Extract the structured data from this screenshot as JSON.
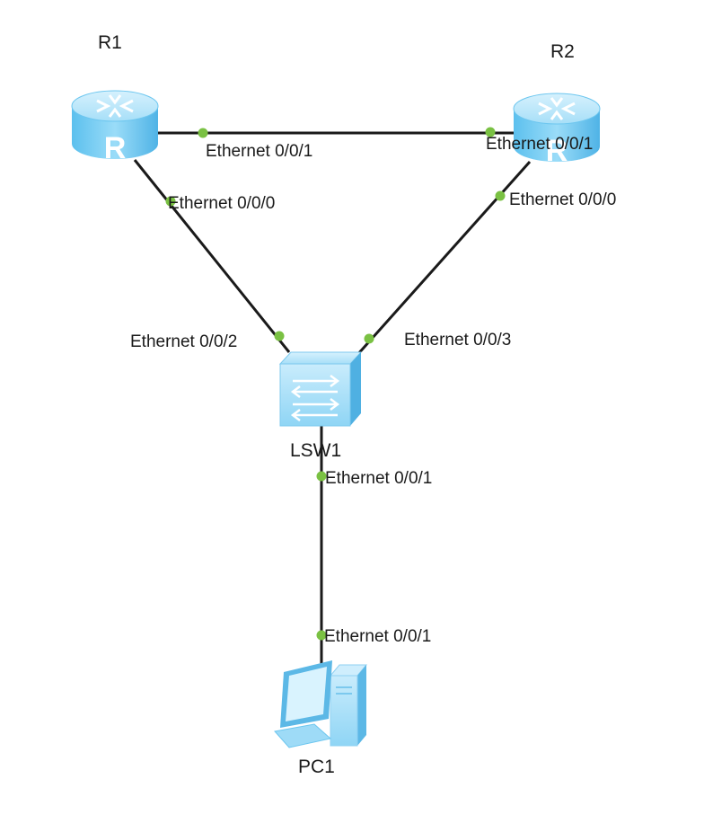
{
  "devices": {
    "r1": {
      "name": "R1",
      "kind": "router",
      "icon": "router-icon"
    },
    "r2": {
      "name": "R2",
      "kind": "router",
      "icon": "router-icon"
    },
    "lsw1": {
      "name": "LSW1",
      "kind": "switch",
      "icon": "switch-icon"
    },
    "pc1": {
      "name": "PC1",
      "kind": "pc",
      "icon": "pc-icon"
    }
  },
  "links": [
    {
      "id": "r1-r2",
      "a_port": "Ethernet 0/0/1",
      "b_port": "Ethernet 0/0/1"
    },
    {
      "id": "r1-lsw1",
      "a_port": "Ethernet 0/0/0",
      "b_port": "Ethernet 0/0/2"
    },
    {
      "id": "r2-lsw1",
      "a_port": "Ethernet 0/0/0",
      "b_port": "Ethernet 0/0/3"
    },
    {
      "id": "lsw1-pc1",
      "a_port": "Ethernet 0/0/1",
      "b_port": "Ethernet 0/0/1"
    }
  ],
  "colors": {
    "link": "#1a1a1a",
    "port_dot": "#7ac143",
    "device_light": "#bfe7fb",
    "device_mid": "#7dcdf2",
    "device_dark": "#3aa6dc"
  }
}
